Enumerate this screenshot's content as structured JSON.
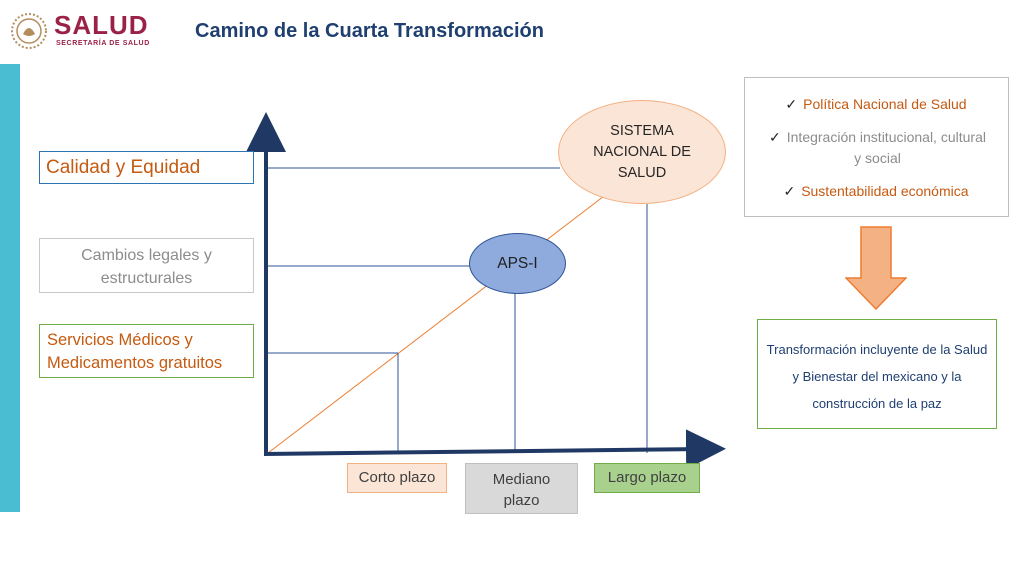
{
  "header": {
    "logo_text": "SALUD",
    "logo_subtext": "SECRETARÍA DE SALUD",
    "title": "Camino de la Cuarta Transformación"
  },
  "left_boxes": {
    "calidad": "Calidad y Equidad",
    "cambios": "Cambios legales y estructurales",
    "servicios": "Servicios Médicos y Medicamentos gratuitos"
  },
  "ellipses": {
    "sistema": "SISTEMA NACIONAL DE SALUD",
    "aps": "APS-I"
  },
  "timeline": {
    "corto": "Corto plazo",
    "mediano": "Mediano plazo",
    "largo": "Largo plazo"
  },
  "checklist": [
    "Política Nacional de Salud",
    "Integración institucional, cultural y social",
    "Sustentabilidad económica"
  ],
  "transformation_text": "Transformación incluyente de la Salud y Bienestar  del mexicano y la construcción de la paz",
  "icons": {
    "check": "check-icon",
    "emblem": "emblem-icon",
    "arrow": "down-arrow-icon"
  },
  "colors": {
    "title": "#1f3f70",
    "brand": "#9b2247",
    "accent_orange": "#c55a11",
    "axis": "#1f3864",
    "left_bar": "#4bbdd3"
  }
}
